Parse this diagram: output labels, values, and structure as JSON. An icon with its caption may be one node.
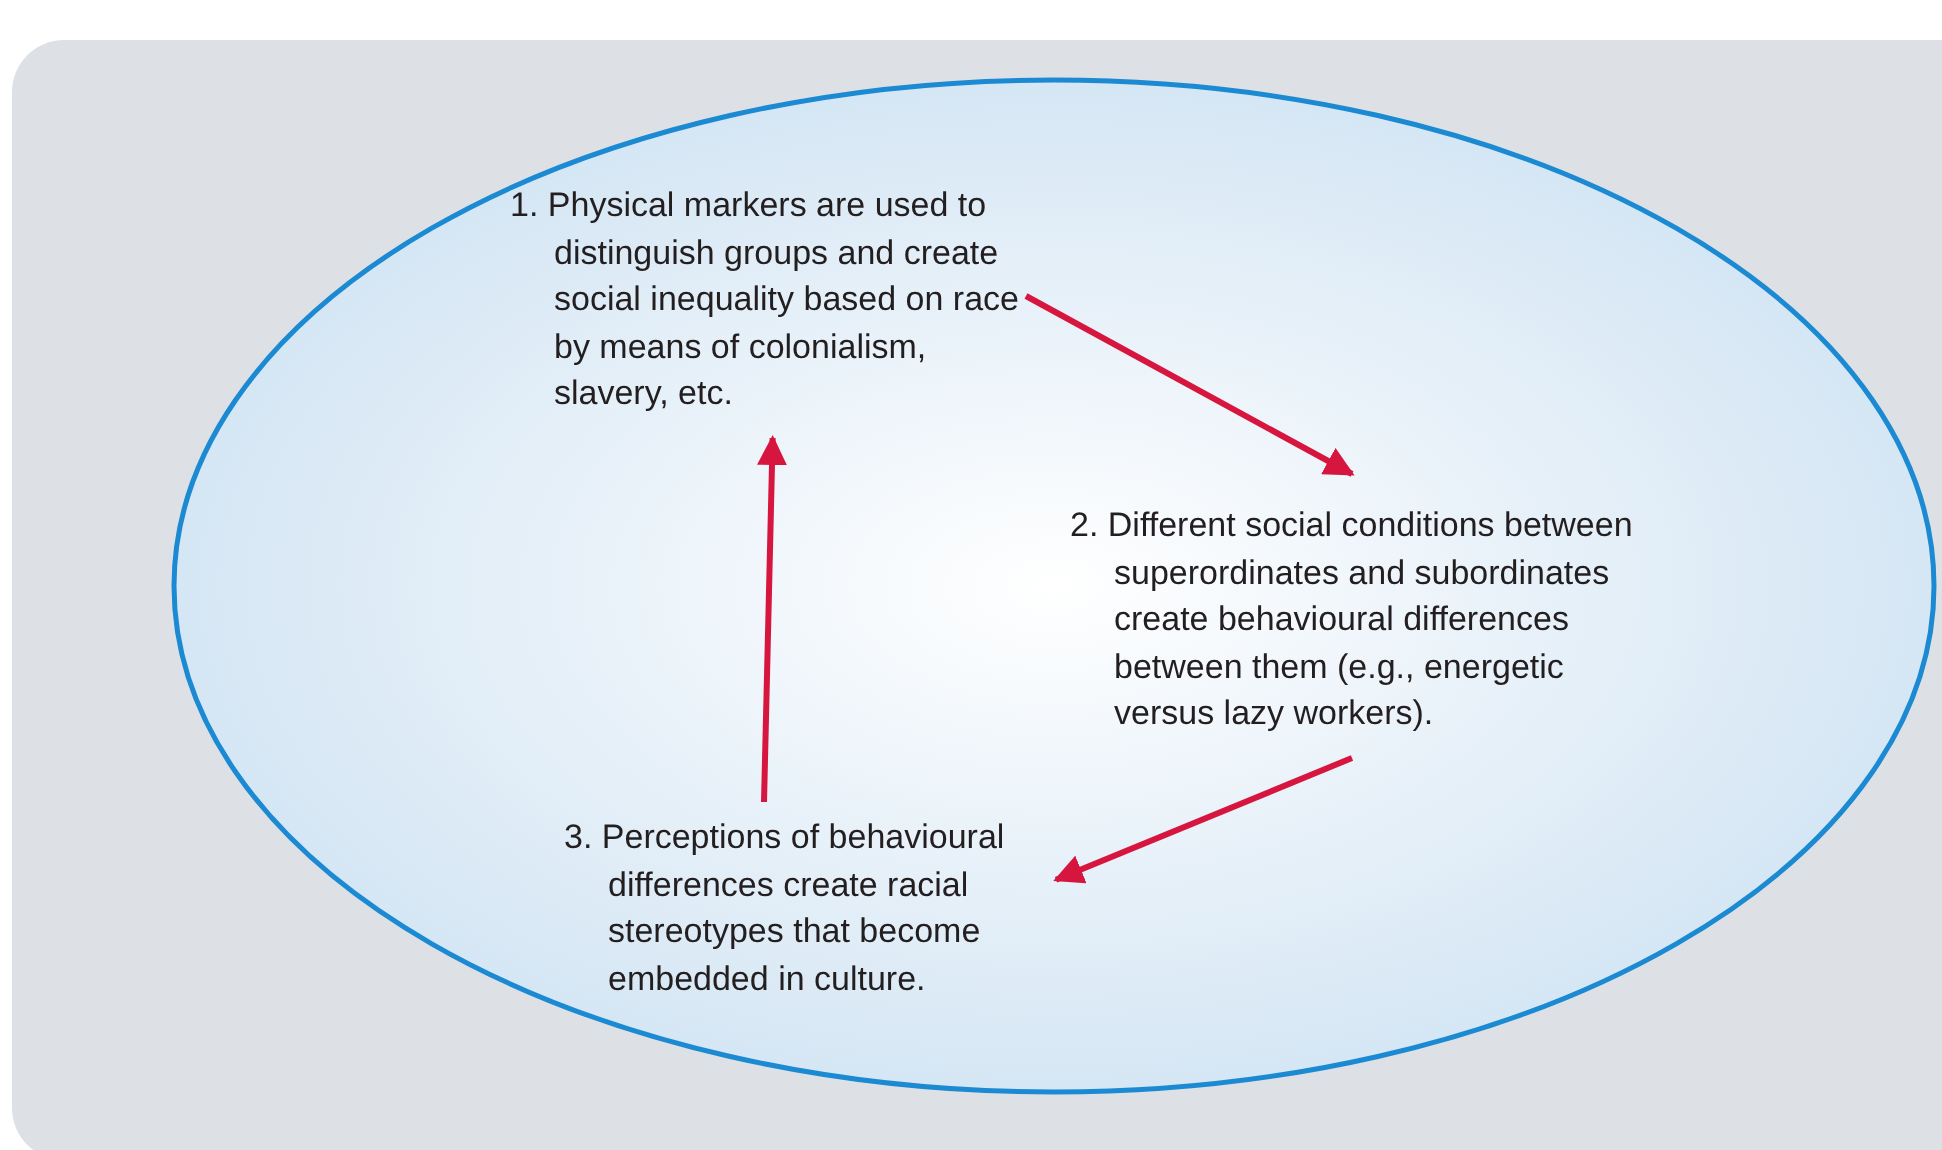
{
  "diagram": {
    "nodes": [
      {
        "text": [
          "1. Physical markers are used to distinguish groups and create social inequality based on race by means of colonialism, slavery, etc."
        ]
      },
      {
        "text": [
          "2. Different social conditions between superordinates and subordinates create behavioural differences between them (e.g., energetic versus lazy workers)."
        ]
      },
      {
        "text": [
          "3. Perceptions of behavioural differences create racial stereotypes that become embedded in culture."
        ]
      }
    ],
    "edges": [
      {
        "from": 0,
        "to": 1,
        "arrow": "to"
      },
      {
        "from": 1,
        "to": 2,
        "arrow": "to"
      },
      {
        "from": 2,
        "to": 0,
        "arrow": "to"
      }
    ]
  }
}
